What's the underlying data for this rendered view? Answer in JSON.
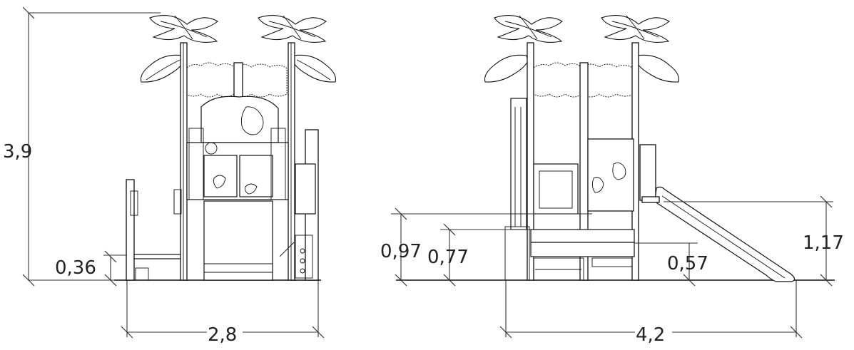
{
  "front_view": {
    "height_label": "3,9",
    "platform_height_label": "0,36",
    "width_label": "2,8"
  },
  "side_view": {
    "platform_high_label": "0,97",
    "platform_mid_label": "0,77",
    "platform_low_label": "0,57",
    "slide_height_label": "1,17",
    "length_label": "4,2"
  }
}
